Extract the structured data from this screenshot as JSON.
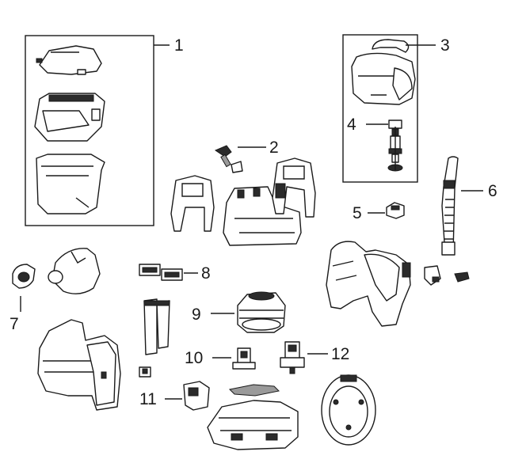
{
  "callouts": {
    "c1": "1",
    "c2": "2",
    "c3": "3",
    "c4": "4",
    "c5": "5",
    "c6": "6",
    "c7": "7",
    "c8": "8",
    "c9": "9",
    "c10": "10",
    "c11": "11",
    "c12": "12"
  },
  "colors": {
    "ink": "#1a1a1a",
    "fill": "#ffffff",
    "shade": "#9a9a9a"
  }
}
